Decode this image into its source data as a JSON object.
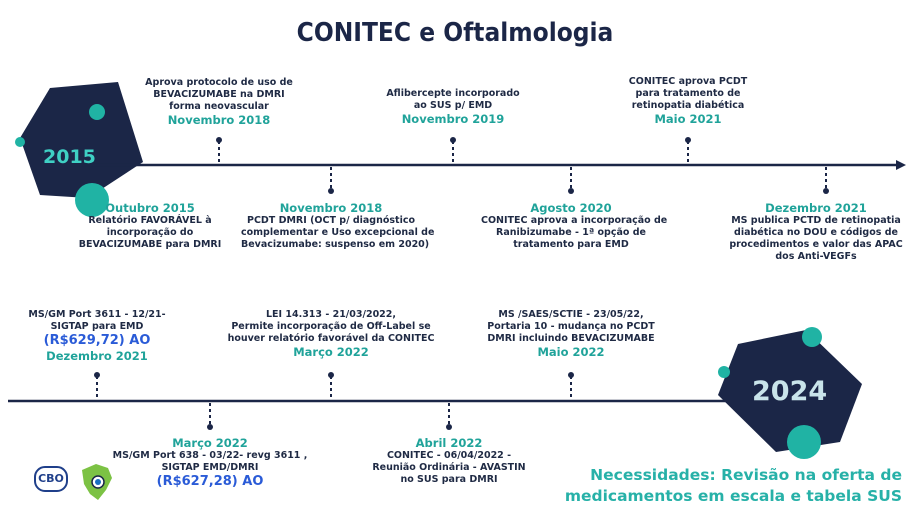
{
  "title": "CONITEC e Oftalmologia",
  "colors": {
    "navy": "#1b2647",
    "teal": "#27b1a8",
    "teal_light": "#3fd0c4",
    "blue_price": "#2a5bd7"
  },
  "timeline_top": {
    "year_start": "2015",
    "events_above": [
      {
        "lines": [
          "Aprova protocolo de uso de",
          "BEVACIZUMABE na DMRI",
          "forma neovascular"
        ],
        "date": "Novembro 2018"
      },
      {
        "lines": [
          "Aflibercepte incorporado",
          "ao SUS p/ EMD"
        ],
        "date": "Novembro 2019"
      },
      {
        "lines": [
          "CONITEC aprova PCDT",
          "para tratamento de",
          "retinopatia diabética"
        ],
        "date": "Maio 2021"
      }
    ],
    "events_below": [
      {
        "date": "Outubro 2015",
        "lines": [
          "Relatório FAVORÁVEL à",
          "incorporação do",
          "BEVACIZUMABE para DMRI"
        ]
      },
      {
        "date": "Novembro 2018",
        "lines": [
          "PCDT DMRI (OCT p/ diagnóstico",
          "complementar e Uso excepcional de",
          "Bevacizumabe: suspenso em 2020)"
        ]
      },
      {
        "date": "Agosto 2020",
        "lines": [
          "CONITEC aprova a incorporação de",
          "Ranibizumabe - 1ª opção de",
          "tratamento para EMD"
        ]
      },
      {
        "date": "Dezembro 2021",
        "lines": [
          "MS publica PCTD de retinopatia",
          "diabética no DOU e códigos de",
          "procedimentos e valor das APAC",
          "dos Anti-VEGFs"
        ]
      }
    ]
  },
  "timeline_bottom": {
    "year_end": "2024",
    "events_above": [
      {
        "lines": [
          "MS/GM Port 3611 - 12/21-",
          "SIGTAP para EMD"
        ],
        "price": "(R$629,72) AO",
        "date": "Dezembro 2021"
      },
      {
        "lines": [
          "LEI 14.313 - 21/03/2022,",
          "Permite incorporação de Off-Label se",
          "houver relatório favorável da CONITEC"
        ],
        "date": "Março 2022"
      },
      {
        "lines": [
          "MS /SAES/SCTIE - 23/05/22,",
          "Portaria 10 - mudança no PCDT",
          "DMRI incluindo BEVACIZUMABE"
        ],
        "date": "Maio 2022"
      }
    ],
    "events_below": [
      {
        "date": "Março 2022",
        "lines": [
          "MS/GM Port 638 - 03/22- revg 3611 ,",
          "SIGTAP EMD/DMRI"
        ],
        "price": "(R$627,28) AO"
      },
      {
        "date": "Abril 2022",
        "lines": [
          "CONITEC - 06/04/2022 -",
          "Reunião Ordinária - AVASTIN",
          "no SUS para DMRI"
        ]
      }
    ]
  },
  "needs": {
    "lines": [
      "Necessidades: Revisão na oferta de",
      "medicamentos em escala e tabela SUS"
    ]
  },
  "logos": {
    "cbo": "CBO",
    "map_icon": "brazil-map-eye-icon"
  }
}
